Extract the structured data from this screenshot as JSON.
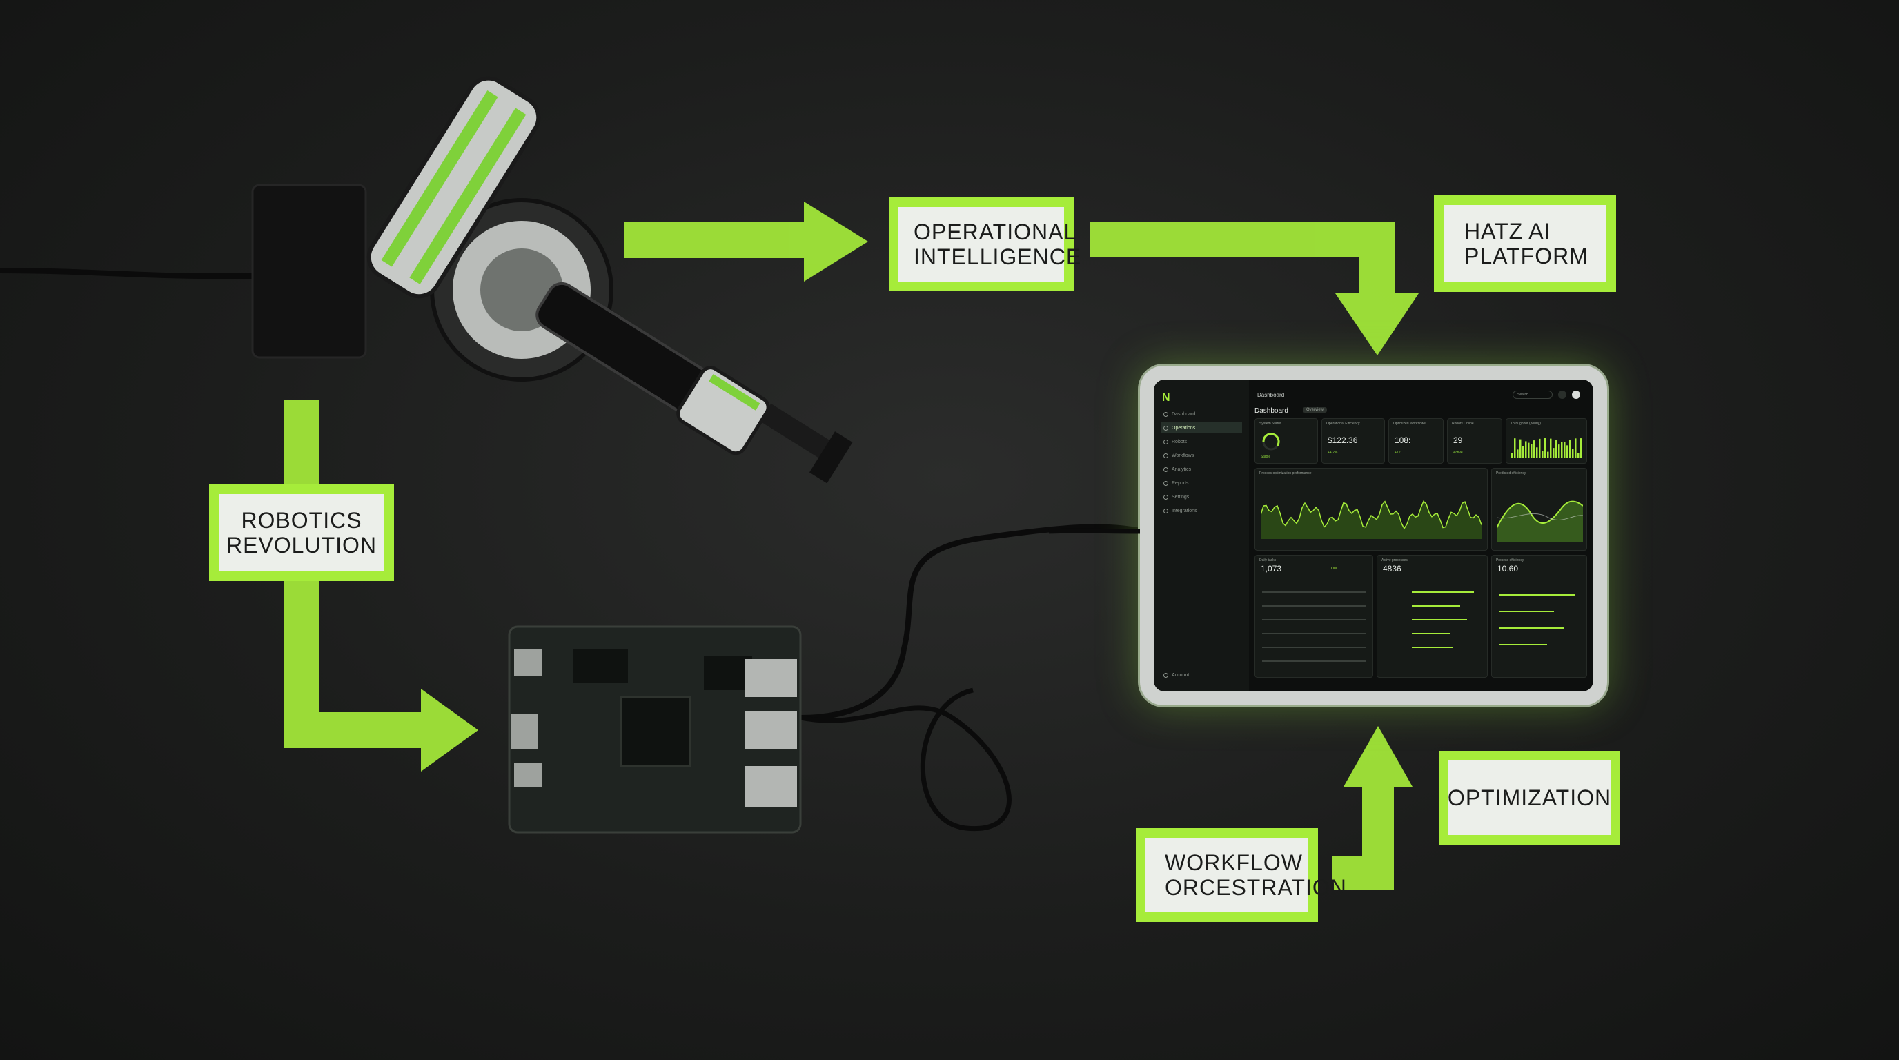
{
  "labels": {
    "robotics": [
      "ROBOTICS",
      "REVOLUTION"
    ],
    "operational": [
      "OPERATIONAL",
      "INTELLIGENCE"
    ],
    "hatz": [
      "HATZ AI",
      "PLATFORM"
    ],
    "optimization": [
      "OPTIMIZATION"
    ],
    "workflow": [
      "WORKFLOW",
      "ORCESTRATION"
    ]
  },
  "colors": {
    "accent": "#a6ec3a",
    "background": "#1c1d1c",
    "label_fill": "#ecefea",
    "label_text": "#1b1c1b"
  },
  "tablet": {
    "topbar_title": "Dashboard",
    "page_title": "Dashboard",
    "page_badge": "Overview",
    "search_placeholder": "Search",
    "nav": [
      {
        "label": "Dashboard"
      },
      {
        "label": "Operations"
      },
      {
        "label": "Robots"
      },
      {
        "label": "Workflows"
      },
      {
        "label": "Analytics"
      },
      {
        "label": "Reports"
      },
      {
        "label": "Settings"
      },
      {
        "label": "Integrations"
      }
    ],
    "footer_user": "Account",
    "kpis": [
      {
        "title": "System Status",
        "value": "",
        "sub": "Stable"
      },
      {
        "title": "Operational Efficiency",
        "value": "$122.36",
        "sub": "+4.2%"
      },
      {
        "title": "Optimized Workflows",
        "value": "108:",
        "sub": "+12"
      },
      {
        "title": "Robots Online",
        "value": "29",
        "sub": "Active"
      },
      {
        "title": "Throughput (hourly)",
        "value": "",
        "sub": ""
      }
    ],
    "main_chart_title": "Process optimization performance",
    "side_chart_title": "Predicted efficiency",
    "list_card": {
      "title": "Daily tasks",
      "value": "1,073",
      "badge": "Live"
    },
    "mid_card": {
      "title": "Active processes",
      "value": "4836"
    },
    "right_card": {
      "title": "Process efficiency",
      "value": "10.60"
    }
  }
}
